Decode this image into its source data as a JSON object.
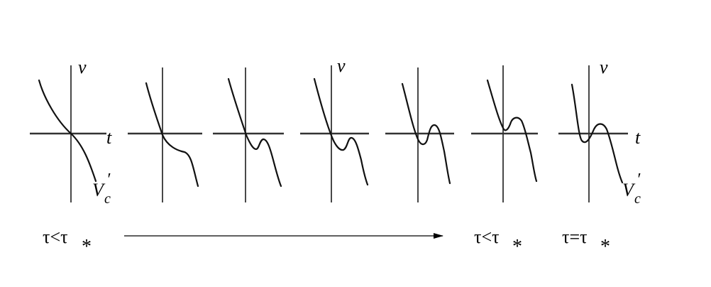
{
  "labels": {
    "v": "v",
    "t": "t",
    "vc_main": "V",
    "vc_sub": "c",
    "vc_prime": "′"
  },
  "captions": {
    "left": {
      "tau": "τ<τ",
      "sub": "*"
    },
    "mid": {
      "tau": "τ<τ",
      "sub": "*"
    },
    "right": {
      "tau": "τ=τ",
      "sub": "*"
    }
  },
  "panel_count": 7,
  "colors": {
    "ink": "#111111",
    "axis": "#333333",
    "background": "#ffffff"
  }
}
